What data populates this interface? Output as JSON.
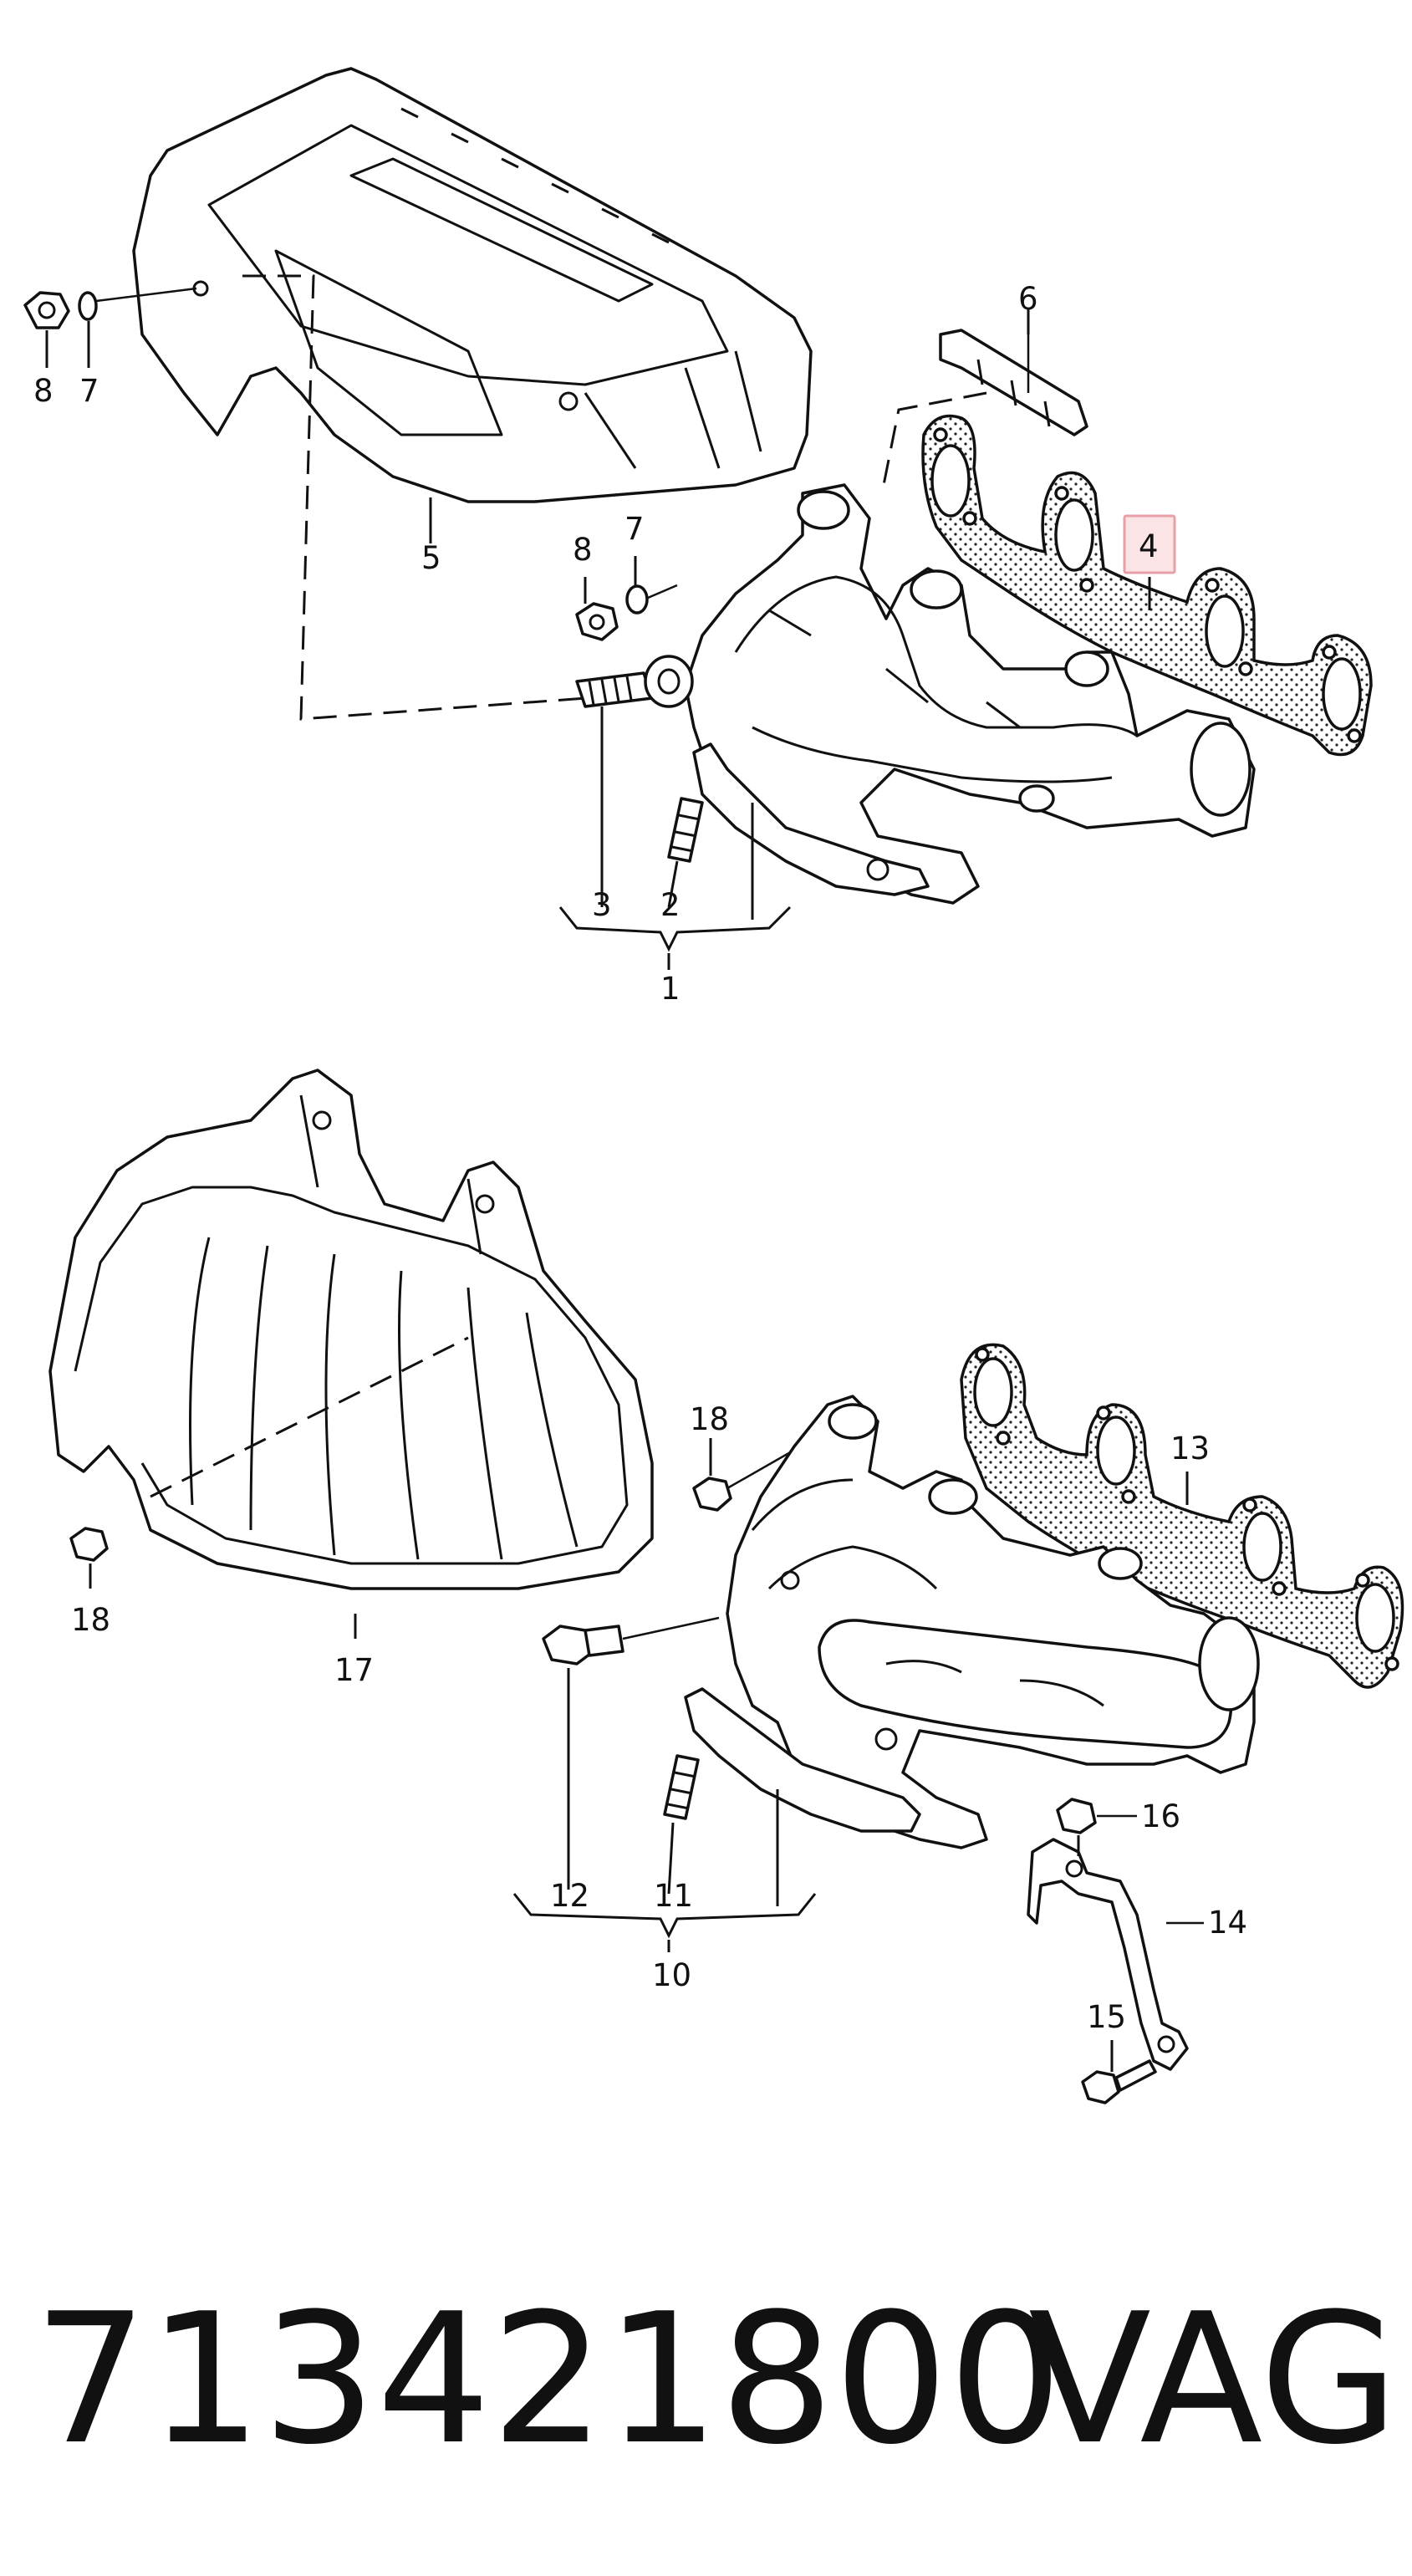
{
  "diagram": {
    "title": "",
    "callouts": [
      {
        "id": "c1",
        "text": "1"
      },
      {
        "id": "c2",
        "text": "2"
      },
      {
        "id": "c3",
        "text": "3"
      },
      {
        "id": "c4",
        "text": "4",
        "highlighted": true
      },
      {
        "id": "c5",
        "text": "5"
      },
      {
        "id": "c6",
        "text": "6"
      },
      {
        "id": "c7a",
        "text": "7"
      },
      {
        "id": "c7b",
        "text": "7"
      },
      {
        "id": "c8a",
        "text": "8"
      },
      {
        "id": "c8b",
        "text": "8"
      },
      {
        "id": "c10",
        "text": "10"
      },
      {
        "id": "c11",
        "text": "11"
      },
      {
        "id": "c12",
        "text": "12"
      },
      {
        "id": "c13",
        "text": "13"
      },
      {
        "id": "c14",
        "text": "14"
      },
      {
        "id": "c15",
        "text": "15"
      },
      {
        "id": "c16",
        "text": "16"
      },
      {
        "id": "c17",
        "text": "17"
      },
      {
        "id": "c18a",
        "text": "18"
      },
      {
        "id": "c18b",
        "text": "18"
      }
    ],
    "highlight_color": "#e8a0a8",
    "highlight_fill": "#fbe4e6"
  },
  "footer": {
    "part_number": "713421800",
    "brand": "VAG"
  }
}
